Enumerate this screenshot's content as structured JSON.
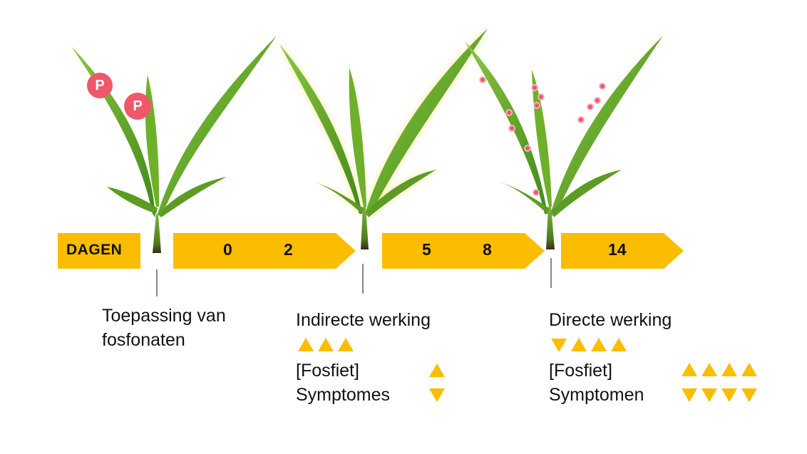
{
  "timeline": {
    "start_label": "DAGEN",
    "segments": [
      {
        "days": [
          "0",
          "2"
        ]
      },
      {
        "days": [
          "5",
          "8"
        ]
      },
      {
        "days": [
          "14"
        ]
      }
    ]
  },
  "stages": [
    {
      "title_lines": [
        "Toepassing van",
        "fosfonaten"
      ],
      "badge": "P"
    },
    {
      "title": "Indirecte werking",
      "rows": [
        {
          "label": "[Fosfiet]"
        },
        {
          "label": "Symptomes"
        }
      ]
    },
    {
      "title": "Directe werking",
      "rows": [
        {
          "label": "[Fosfiet]"
        },
        {
          "label": "Symptomen"
        }
      ]
    }
  ],
  "colors": {
    "accent": "#fbbd00",
    "badge": "#f0576a",
    "leaf": "#5fa51f"
  },
  "icons": [
    "corn-plant-icon",
    "phosphonate-badge-icon",
    "up-triangle-icon",
    "down-triangle-icon",
    "spot-icon"
  ]
}
